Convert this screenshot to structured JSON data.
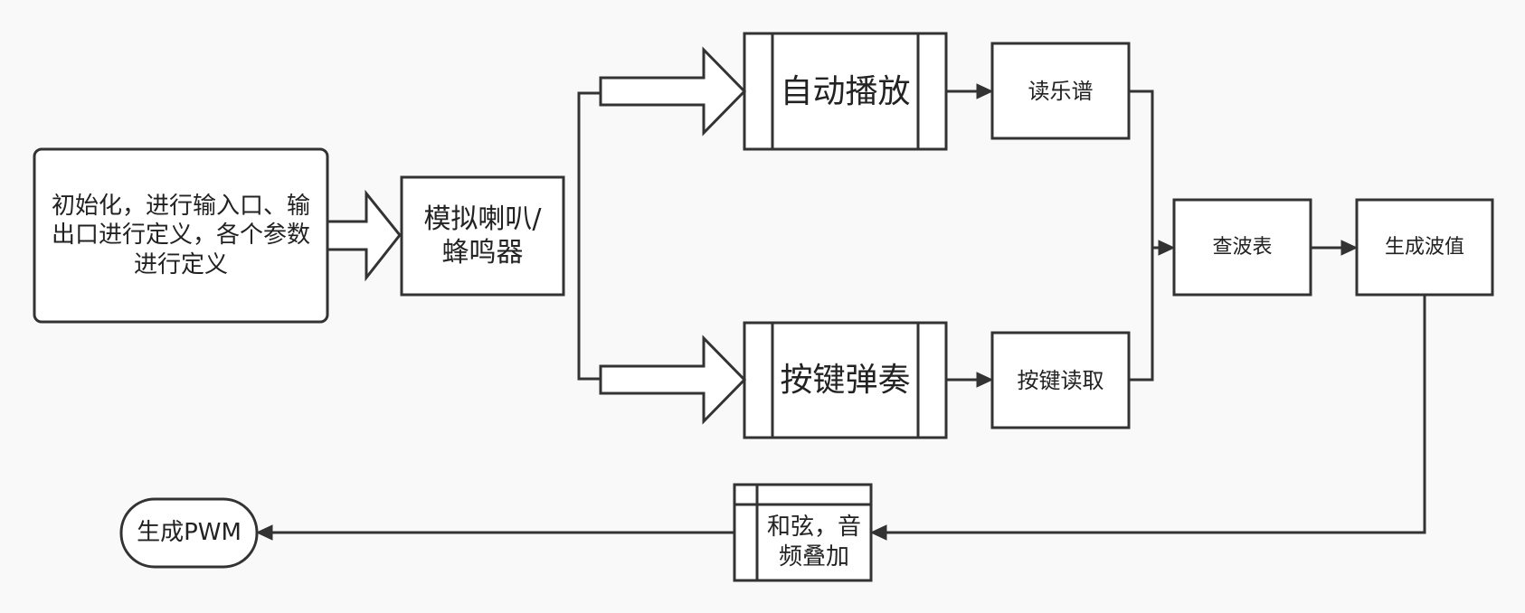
{
  "diagram": {
    "nodes": {
      "init": "初始化，进行输入口、输\n出口进行定义，各个参数\n进行定义",
      "speaker": "模拟喇叭/\n蜂鸣器",
      "auto_play": "自动播放",
      "key_play": "按键弹奏",
      "read_score": "读乐谱",
      "key_read": "按键读取",
      "lookup_wave": "查波表",
      "gen_wave": "生成波值",
      "chord": "和弦，音\n频叠加",
      "gen_pwm": "生成PWM"
    }
  }
}
